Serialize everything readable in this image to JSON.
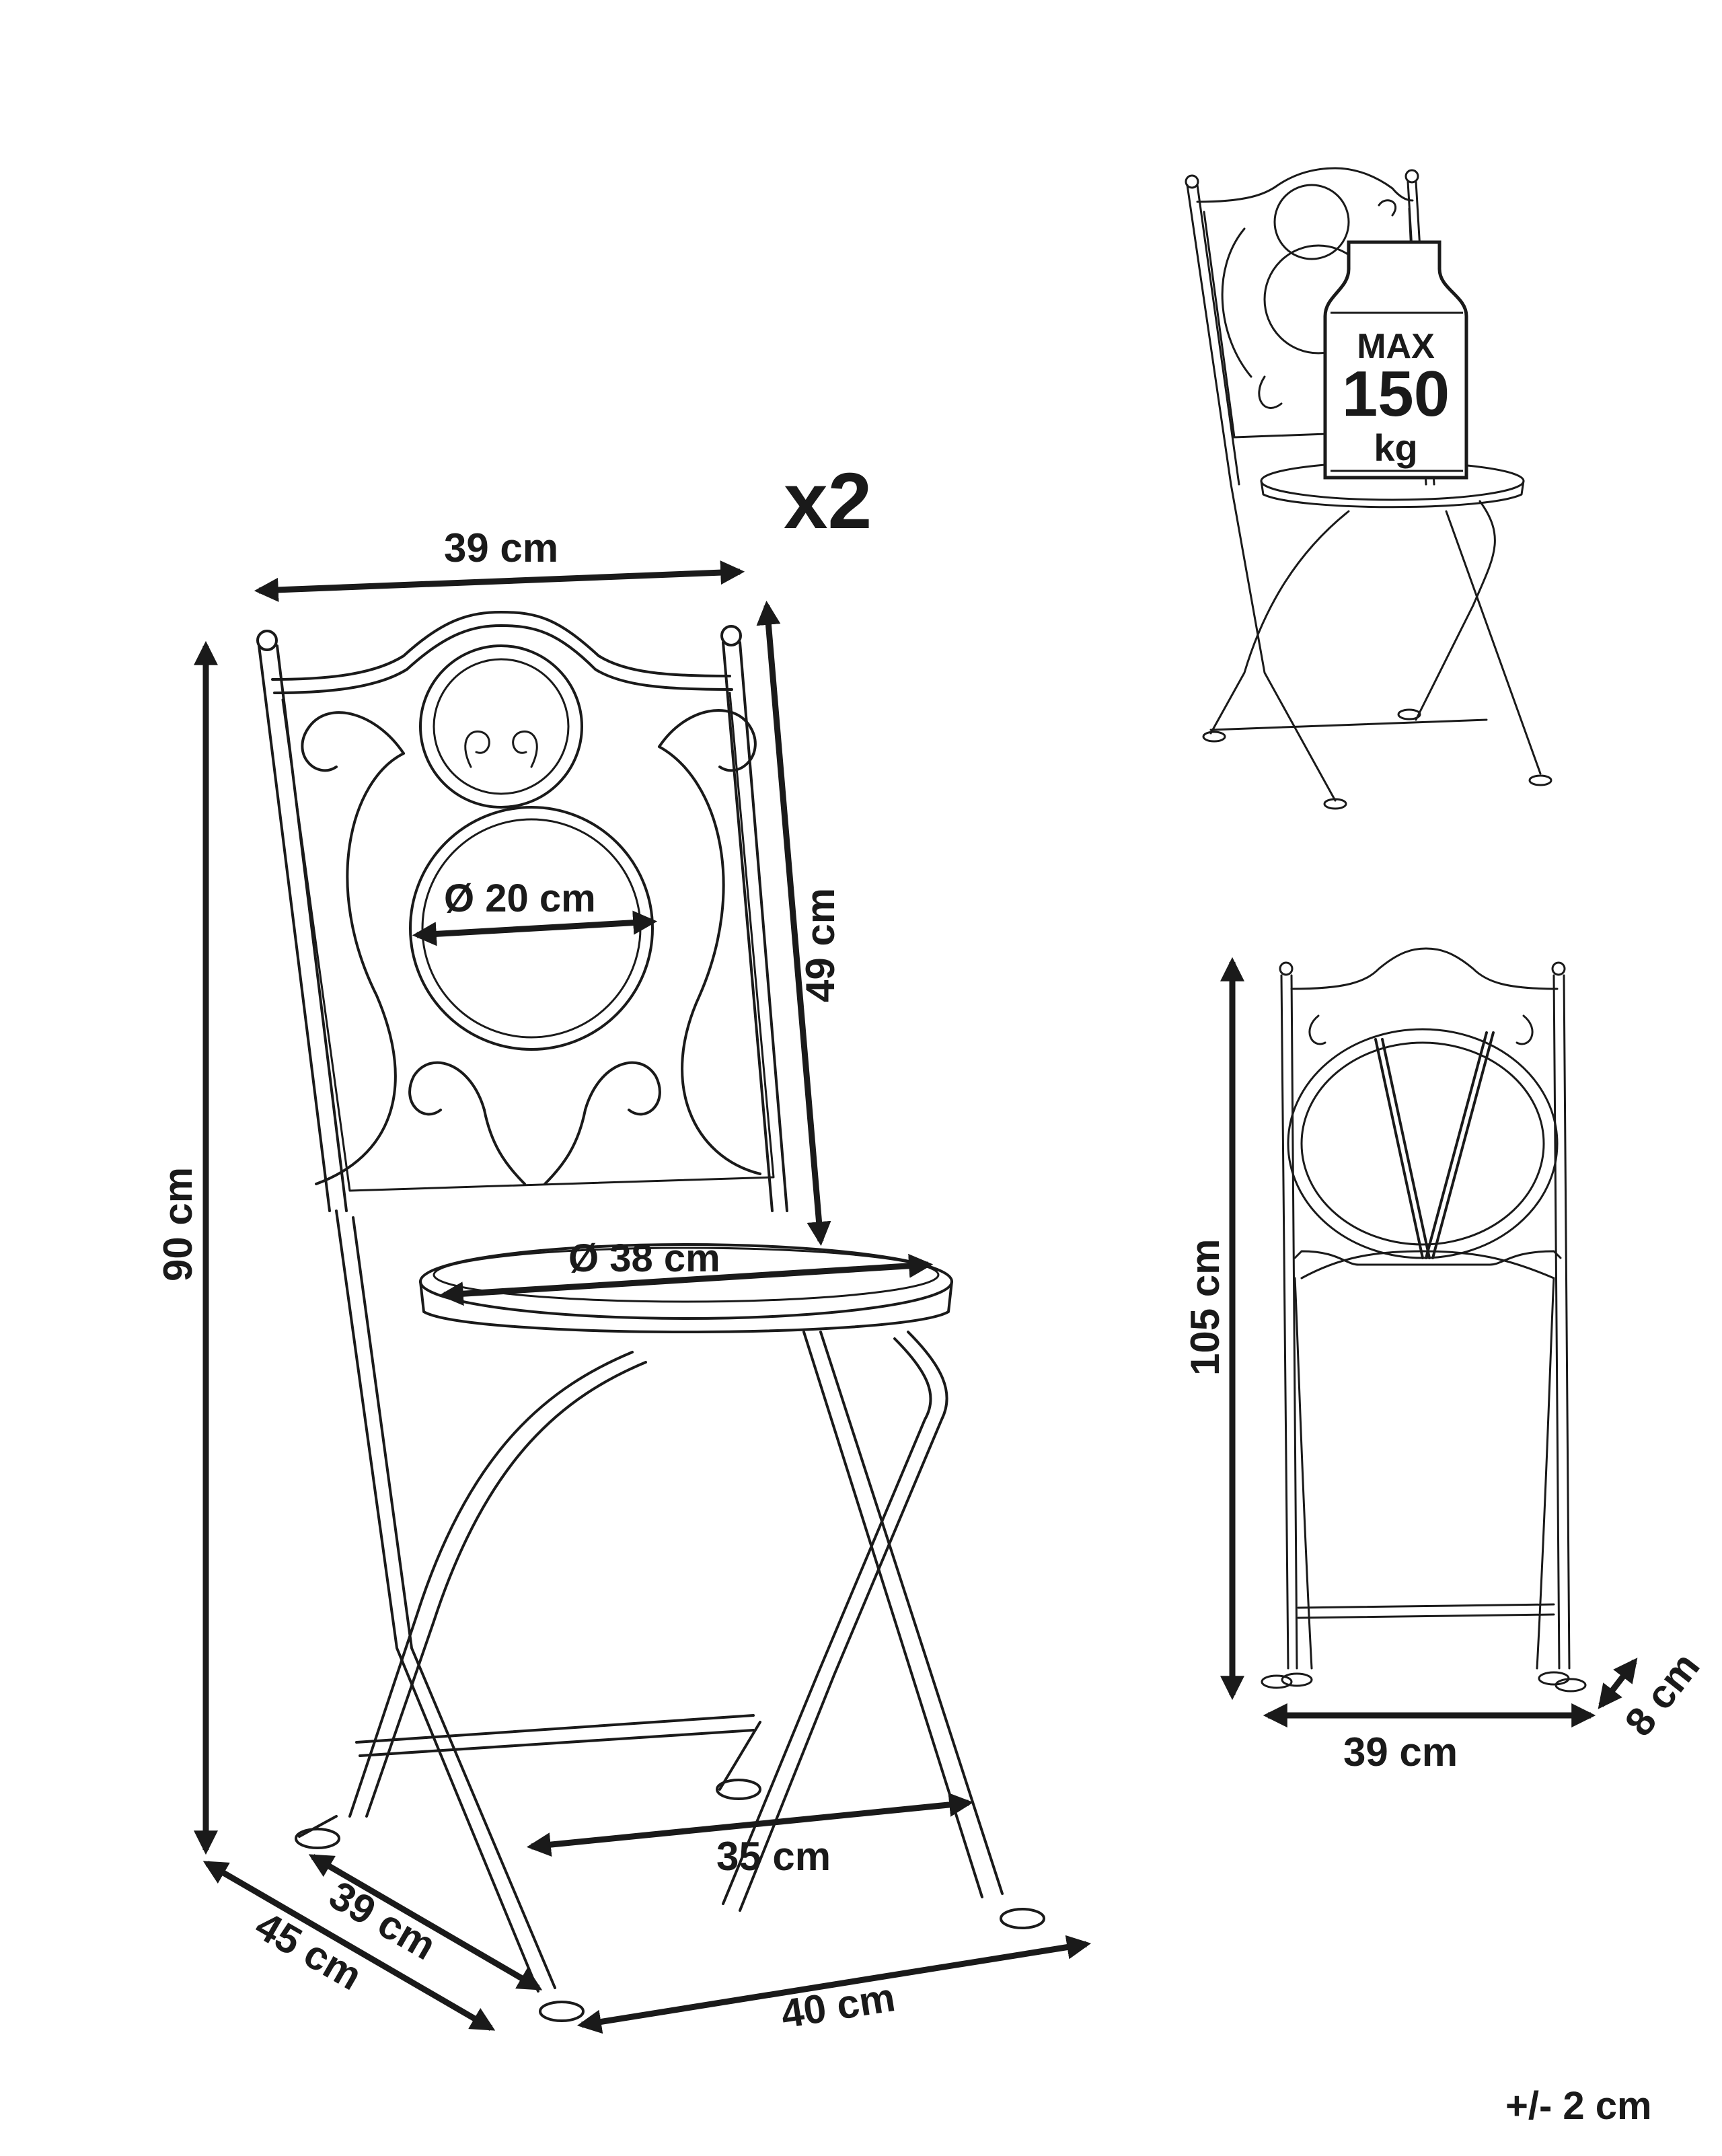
{
  "quantity": "x2",
  "tolerance": "+/- 2 cm",
  "max_load": {
    "line1": "MAX",
    "line2": "150",
    "line3": "kg"
  },
  "main_view": {
    "width_back": "39 cm",
    "back_height": "49 cm",
    "total_height": "90 cm",
    "back_medallion_diameter": "Ø 20 cm",
    "seat_diameter": "Ø 38 cm",
    "leg_span": "35 cm",
    "depth_inner": "39 cm",
    "depth_outer": "45 cm",
    "base_width": "40 cm"
  },
  "folded_view": {
    "height": "105 cm",
    "width": "39 cm",
    "thickness": "8 cm"
  },
  "colors": {
    "line": "#1a1a1a",
    "background": "#ffffff"
  },
  "icons": [
    "chair-main-drawing",
    "chair-load-drawing",
    "chair-folded-drawing",
    "weight-bottle-icon"
  ]
}
